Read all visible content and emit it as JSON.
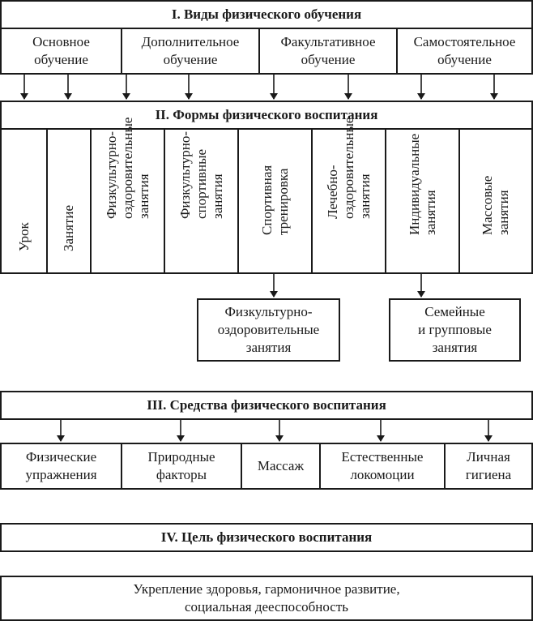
{
  "section1": {
    "title": "I. Виды физического обучения",
    "items": [
      "Основное\nобучение",
      "Дополнительное\nобучение",
      "Факультативное\nобучение",
      "Самостоятельное\nобучение"
    ]
  },
  "section2": {
    "title": "II. Формы физического воспитания",
    "columns": [
      "Урок",
      "Занятие",
      "Физкультурно-\nоздоровительные\nзанятия",
      "Физкультурно-\nспортивные\nзанятия",
      "Спортивная\nтренировка",
      "Лечебно-\nоздоровительные\nзанятия",
      "Индивидуальные\nзанятия",
      "Массовые\nзанятия"
    ],
    "sub_left": "Физкультурно-\nоздоровительные\nзанятия",
    "sub_right": "Семейные\nи групповые\nзанятия"
  },
  "section3": {
    "title": "III. Средства физического воспитания",
    "items": [
      "Физические\nупражнения",
      "Природные\nфакторы",
      "Массаж",
      "Естественные\nлокомоции",
      "Личная\nгигиена"
    ]
  },
  "section4": {
    "title": "IV. Цель физического воспитания",
    "goal": "Укрепление здоровья, гармоничное развитие,\nсоциальная дееспособность"
  }
}
